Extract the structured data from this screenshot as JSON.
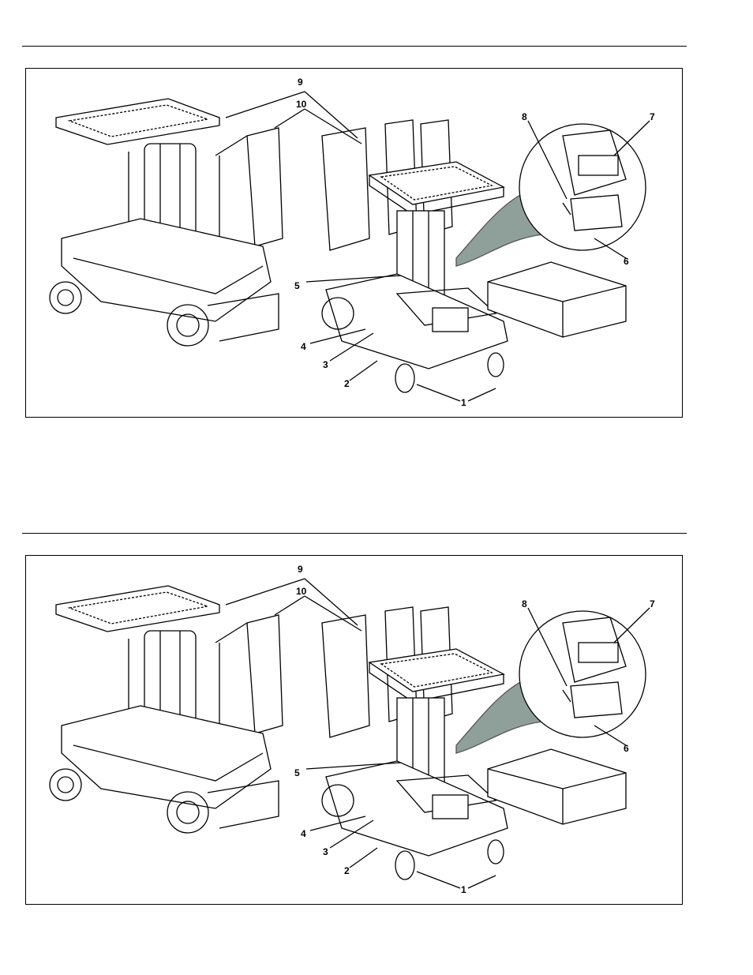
{
  "figures": [
    {
      "callouts": {
        "c1": "1",
        "c2": "2",
        "c3": "3",
        "c4": "4",
        "c5": "5",
        "c6": "6",
        "c7": "7",
        "c8": "8",
        "c9": "9",
        "c10": "10"
      }
    },
    {
      "callouts": {
        "c1": "1",
        "c2": "2",
        "c3": "3",
        "c4": "4",
        "c5": "5",
        "c6": "6",
        "c7": "7",
        "c8": "8",
        "c9": "9",
        "c10": "10"
      }
    }
  ],
  "colors": {
    "ink": "#000000",
    "detail_fill": "#8fa09a",
    "paper": "#ffffff"
  },
  "icons": [
    "lift-machine-illustration",
    "battery-charger-detail-inset"
  ]
}
